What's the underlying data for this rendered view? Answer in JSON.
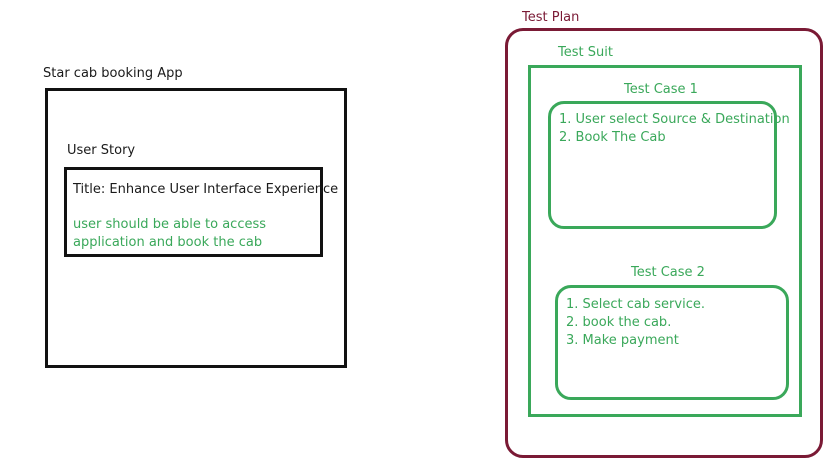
{
  "app": {
    "title": "Star cab booking App",
    "user_story_label": "User Story",
    "story_title": "Title: Enhance User Interface Experience",
    "story_description": [
      "user should be able to access",
      "application and book the cab"
    ]
  },
  "test_plan": {
    "label": "Test Plan",
    "suit_label": "Test Suit",
    "cases": [
      {
        "label": "Test Case 1",
        "steps": [
          "1. User select Source & Destination",
          "2. Book The Cab"
        ]
      },
      {
        "label": "Test Case 2",
        "steps": [
          "1. Select cab service.",
          "2. book the cab.",
          "3. Make payment"
        ]
      }
    ]
  },
  "colors": {
    "black": "#111111",
    "green": "#3aa85a",
    "maroon": "#7a1a35"
  }
}
